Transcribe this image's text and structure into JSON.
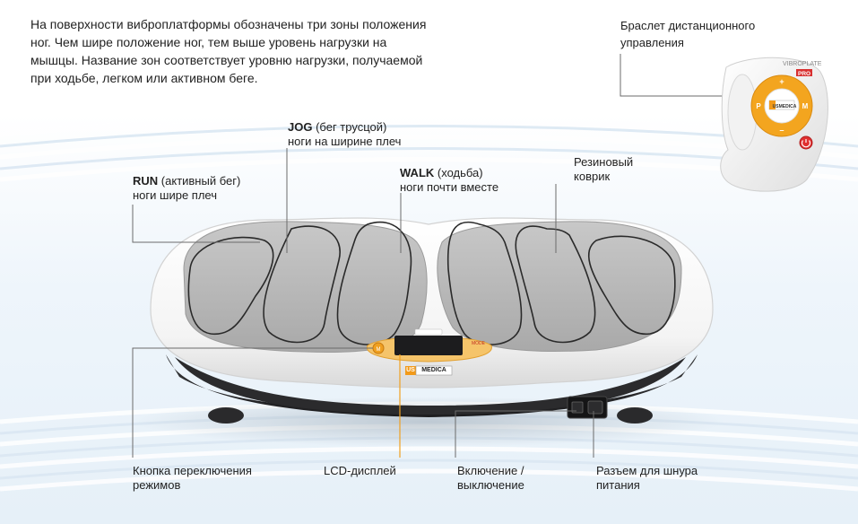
{
  "intro_text": "На поверхности виброплатформы обозначены три зоны положения ног. Чем шире положение ног, тем выше уровень нагрузки на мышцы. Название зон соответствует уровню нагрузки, получаемой при ходьбе, легком или активном беге.",
  "bracelet_label": {
    "line1": "Браслет дистанционного",
    "line2": "управления"
  },
  "bracelet": {
    "brand": "VIBROPLATE",
    "model": "PRO",
    "logo": "USMEDICA",
    "buttons": [
      "+",
      "P",
      "M",
      "–"
    ],
    "power_icon": "power-icon"
  },
  "zones": {
    "jog": {
      "name": "JOG",
      "desc": "(бег трусцой)",
      "line2": "ноги на ширине плеч"
    },
    "walk": {
      "name": "WALK",
      "desc": "(ходьба)",
      "line2": "ноги почти вместе"
    },
    "run": {
      "name": "RUN",
      "desc": "(активный бег)",
      "line2": "ноги шире плеч"
    }
  },
  "mat_label": {
    "line1": "Резиновый",
    "line2": "коврик"
  },
  "device": {
    "logo_us": "US",
    "logo_medica": "MEDICA"
  },
  "bottom_labels": {
    "mode_button": {
      "line1": "Кнопка переключения",
      "line2": "режимов"
    },
    "lcd": {
      "line1": "LCD-дисплей"
    },
    "power": {
      "line1": "Включение /",
      "line2": "выключение"
    },
    "connector": {
      "line1": "Разъем для шнура",
      "line2": "питания"
    }
  },
  "colors": {
    "accent_orange": "#f0a020",
    "device_white": "#fbfbfb",
    "device_dark": "#2b2b2d",
    "pad_grey": "#b9b9b9",
    "power_red": "#e03030",
    "leader_line": "#6b6b6b",
    "logo_orange": "#f29a1a"
  }
}
